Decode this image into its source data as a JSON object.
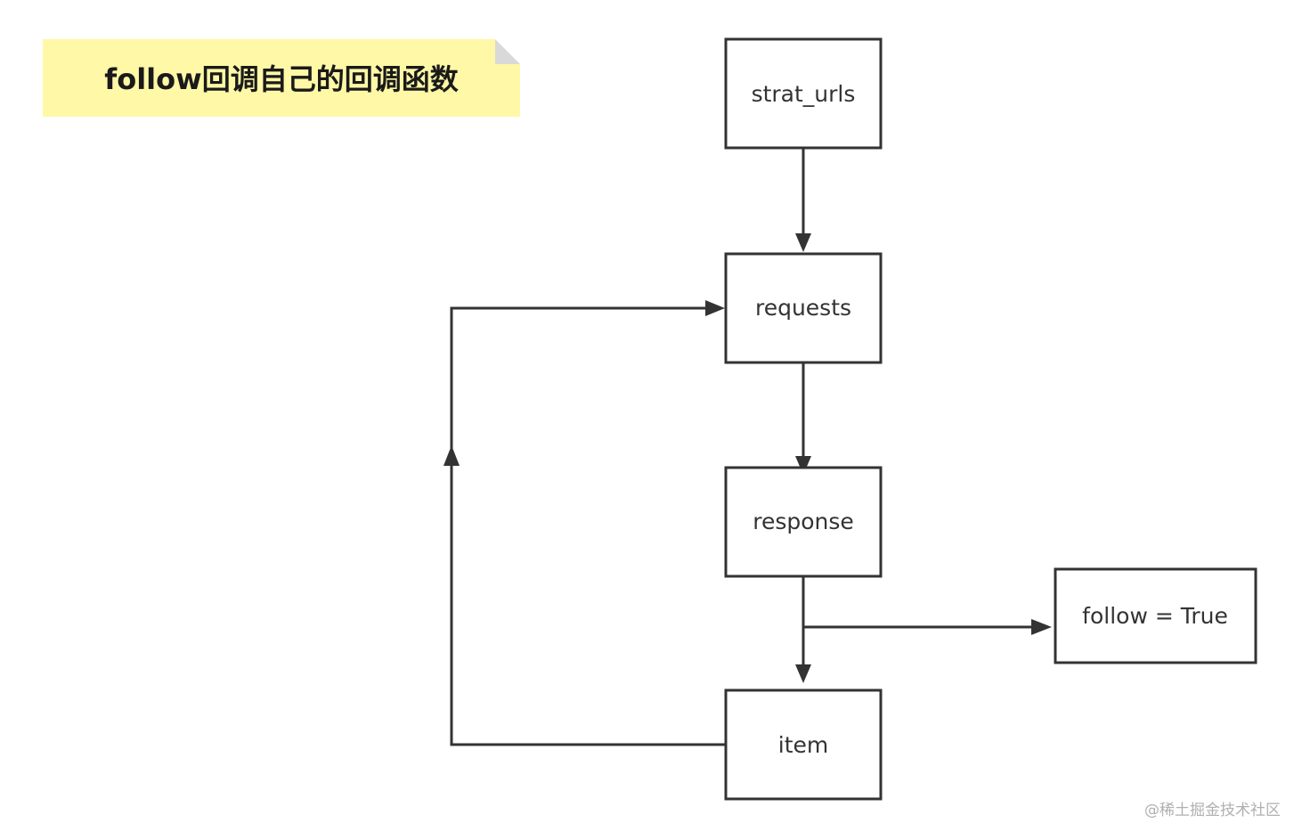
{
  "note": {
    "text": "follow回调自己的回调函数",
    "color": "#fff8a6"
  },
  "nodes": {
    "start_urls": "strat_urls",
    "requests": "requests",
    "response": "response",
    "follow_true": "follow = True",
    "item": "item"
  },
  "watermark": "@稀土掘金技术社区",
  "colors": {
    "stroke": "#333333",
    "background": "#ffffff"
  }
}
